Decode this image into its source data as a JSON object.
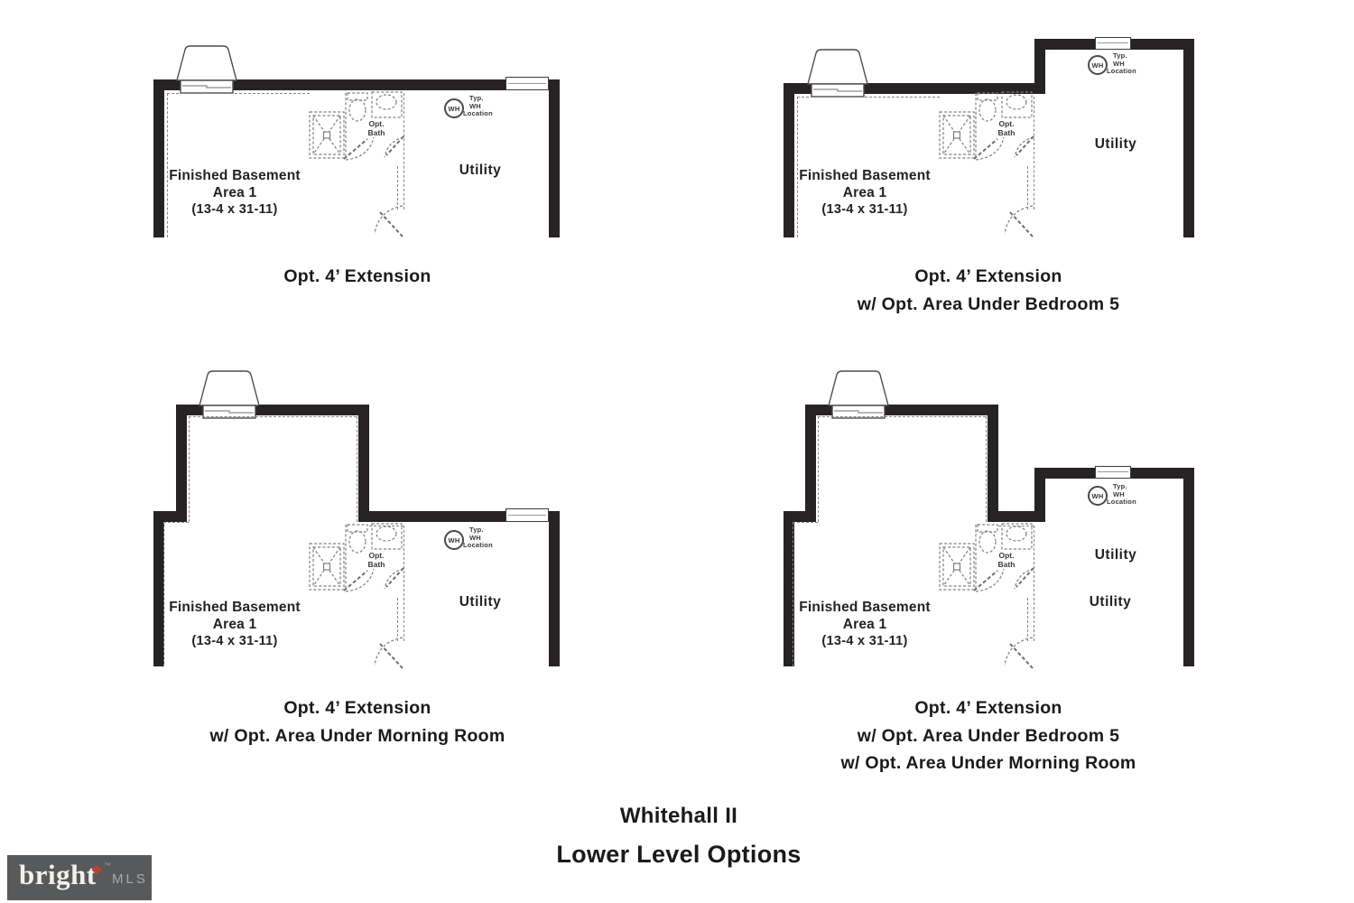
{
  "title": {
    "line1": "Whitehall II",
    "line2": "Lower Level Options"
  },
  "room_labels": {
    "finished_basement": "Finished Basement",
    "area": "Area 1",
    "dimensions": "(13-4 x 31-11)",
    "utility": "Utility",
    "opt_bath_line1": "Opt.",
    "opt_bath_line2": "Bath",
    "wh_badge": "WH",
    "wh_note_line1": "Typ.",
    "wh_note_line2": "WH",
    "wh_note_line3": "Location"
  },
  "plans": {
    "top_left": {
      "caption_line1": "Opt. 4’ Extension"
    },
    "top_right": {
      "caption_line1": "Opt. 4’ Extension",
      "caption_line2": "w/ Opt. Area Under Bedroom 5"
    },
    "bottom_left": {
      "caption_line1": "Opt. 4’ Extension",
      "caption_line2": "w/ Opt. Area Under Morning Room"
    },
    "bottom_right": {
      "caption_line1": "Opt. 4’ Extension",
      "caption_line2": "w/ Opt. Area Under Bedroom 5",
      "caption_line3": "w/ Opt. Area Under Morning Room"
    }
  },
  "watermark": {
    "brand": "bright",
    "trademark": "™",
    "suffix": "MLS",
    "background": "#58595b",
    "brand_color": "#f2f1eb",
    "suffix_color": "#a6a8ab",
    "diamond_color": "#b5452f"
  },
  "colors": {
    "wall": "#272325",
    "dashed_line": "#848484",
    "text": "#1c1a1b"
  }
}
